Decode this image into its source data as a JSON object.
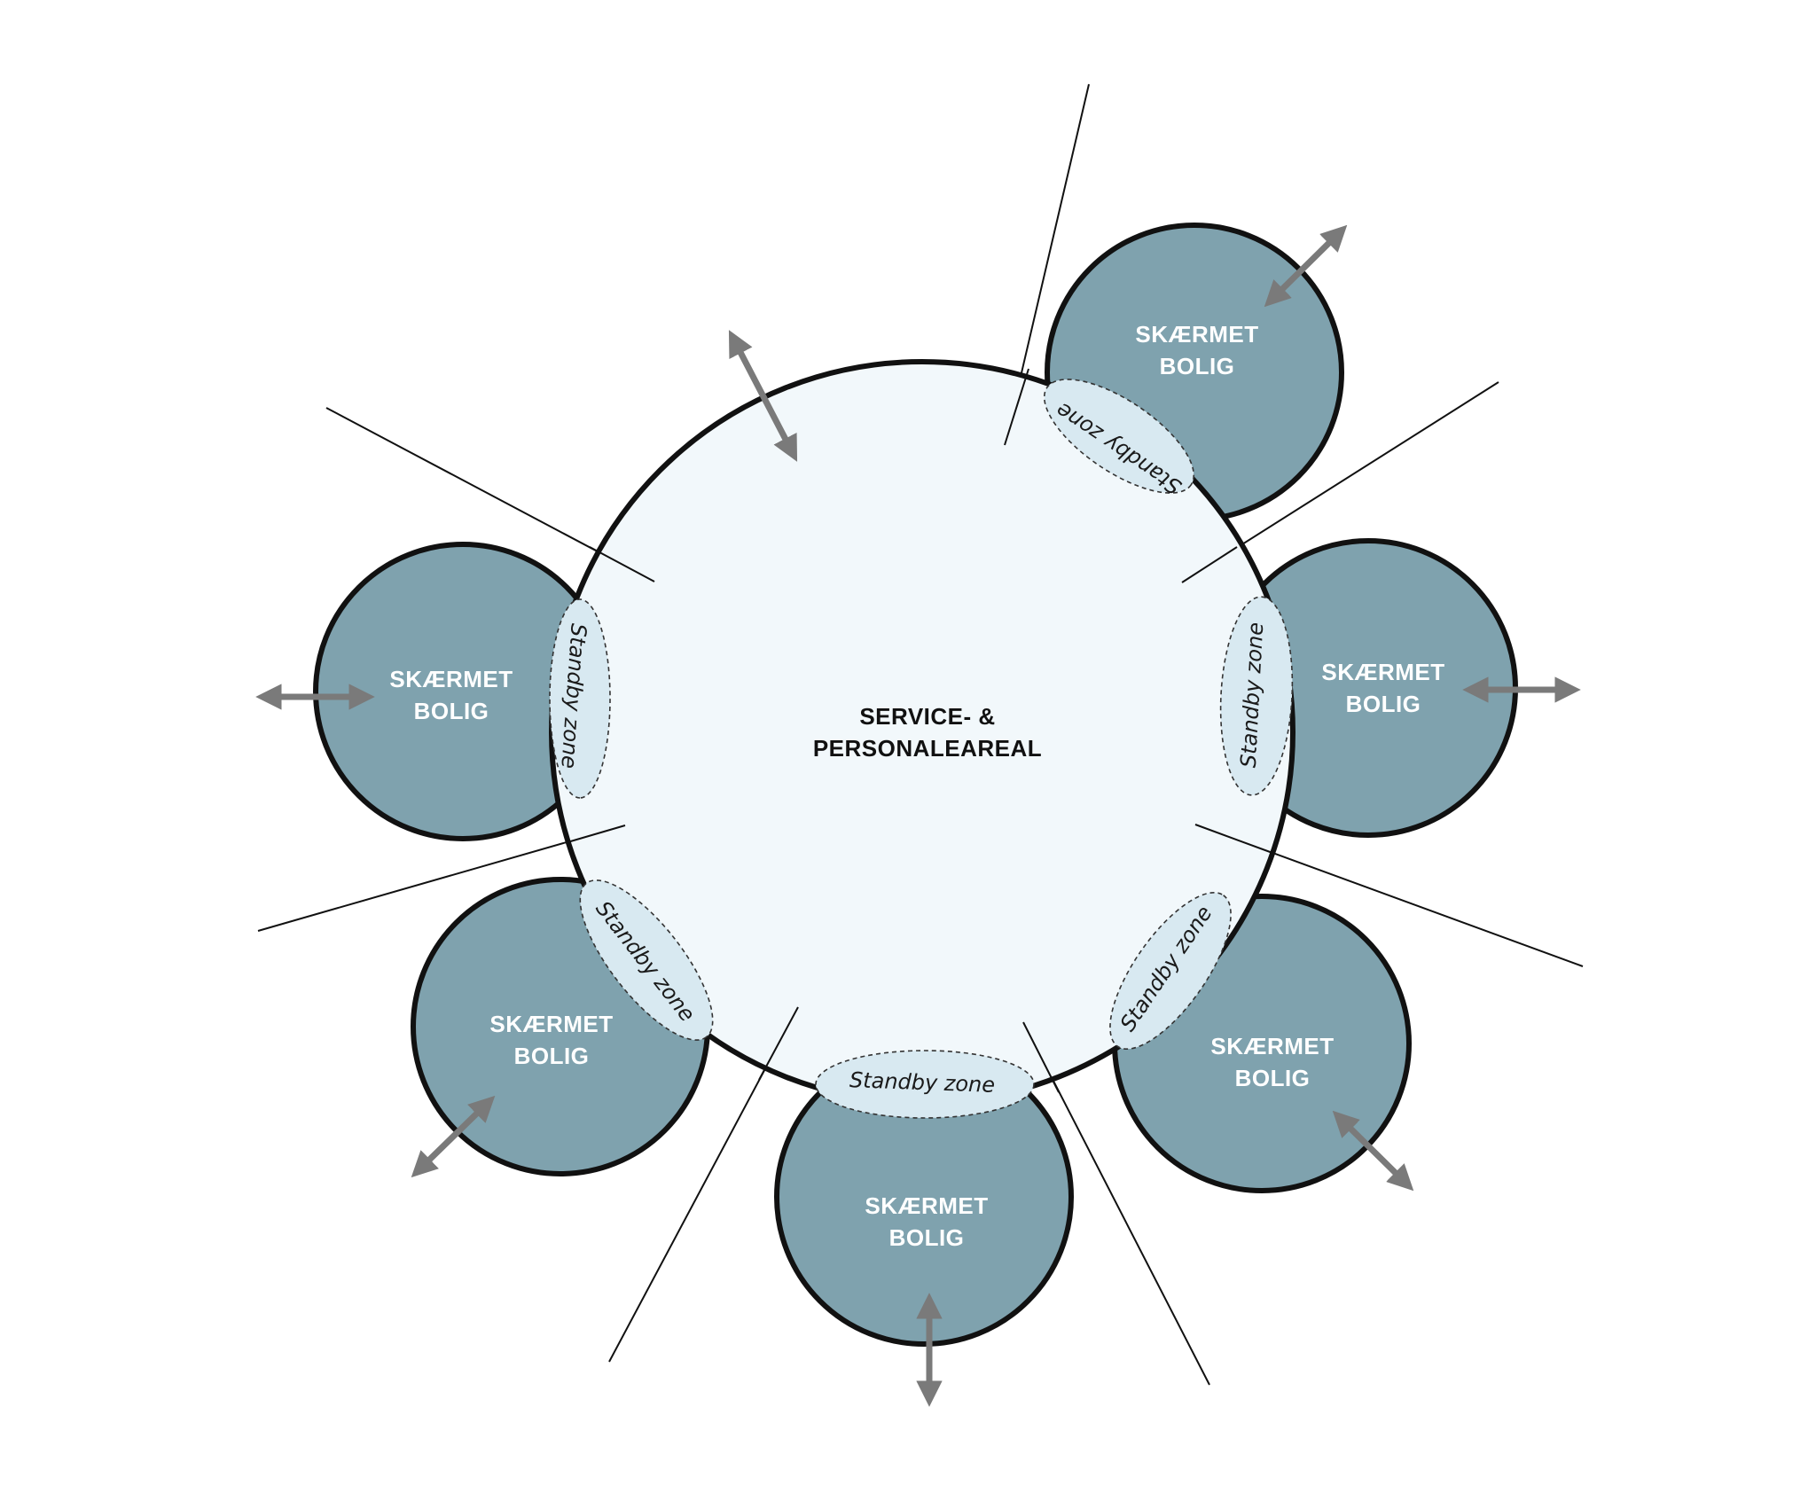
{
  "colors": {
    "background": "#ffffff",
    "service_fill": "#f2f8fb",
    "unit_fill": "#7fa2ae",
    "zone_fill": "#d8e9f1",
    "outline": "#111111",
    "arrow": "#7a7a7a",
    "sector_line": "#111111"
  },
  "center": {
    "line1": "SERVICE- &",
    "line2": "PERSONALEAREAL"
  },
  "units": [
    {
      "id": "unit-1",
      "line1": "SKÆRMET",
      "line2": "BOLIG",
      "zone_label": "Standby zone",
      "access": "outward"
    },
    {
      "id": "unit-2",
      "line1": "SKÆRMET",
      "line2": "BOLIG",
      "zone_label": "Standby zone",
      "access": "outward"
    },
    {
      "id": "unit-3",
      "line1": "SKÆRMET",
      "line2": "BOLIG",
      "zone_label": "Standby zone",
      "access": "outward"
    },
    {
      "id": "unit-4",
      "line1": "SKÆRMET",
      "line2": "BOLIG",
      "zone_label": "Standby zone",
      "access": "outward"
    },
    {
      "id": "unit-5",
      "line1": "SKÆRMET",
      "line2": "BOLIG",
      "zone_label": "Standby zone",
      "access": "outward"
    },
    {
      "id": "unit-6",
      "line1": "SKÆRMET",
      "line2": "BOLIG",
      "zone_label": "Standby zone",
      "access": "outward"
    }
  ],
  "icons": {
    "access_arrow": "double-headed-arrow-icon"
  }
}
